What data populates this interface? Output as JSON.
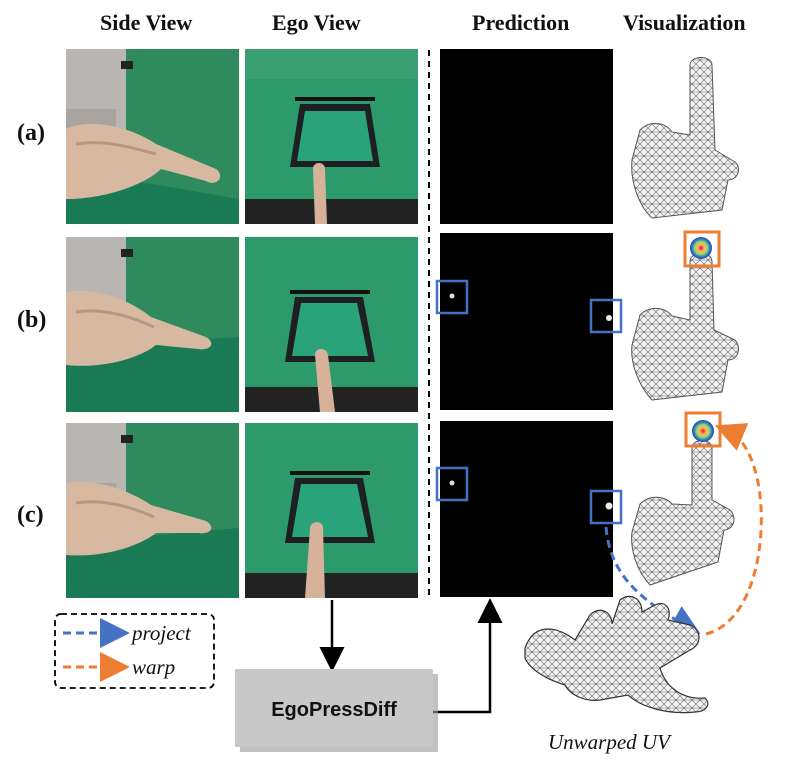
{
  "columns": [
    "Side View",
    "Ego View",
    "Prediction",
    "Visualization"
  ],
  "rows": [
    "(a)",
    "(b)",
    "(c)"
  ],
  "model": "EgoPressDiff",
  "uv_caption": "Unwarped UV",
  "legend": {
    "project": "project",
    "warp": "warp"
  },
  "colors": {
    "project": "#4472c4",
    "warp": "#ed7d31",
    "model_box": "#c8c8c8",
    "green_screen": "#1f8f63"
  }
}
